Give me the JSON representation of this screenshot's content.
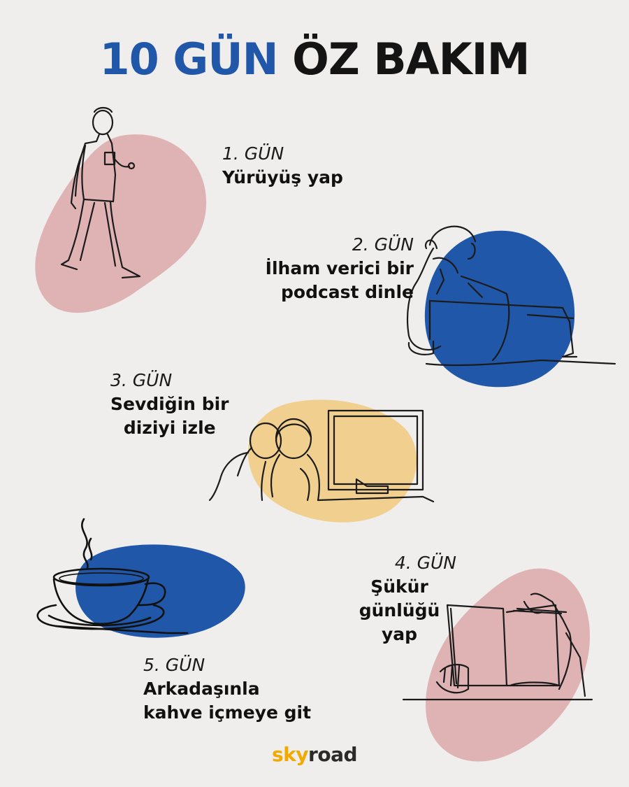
{
  "header": {
    "title_part1": "10 GÜN",
    "title_part2": "ÖZ BAKIM"
  },
  "steps": [
    {
      "day": "1. GÜN",
      "task": "Yürüyüş yap"
    },
    {
      "day": "2. GÜN",
      "task": "İlham verici bir\npodcast dinle"
    },
    {
      "day": "3. GÜN",
      "task": "Sevdiğin bir\ndiziyi izle"
    },
    {
      "day": "4. GÜN",
      "task": "Şükür\ngünlüğü\nyap"
    },
    {
      "day": "5. GÜN",
      "task": "Arkadaşınla\nkahve içmeye git"
    }
  ],
  "footer": {
    "logo_part1": "sky",
    "logo_part2": "road"
  },
  "colors": {
    "blue": "#2057a8",
    "pink": "#dfb3b3",
    "yellow": "#f1cf8e",
    "logo_orange": "#f2a900",
    "background": "#efeeec"
  }
}
